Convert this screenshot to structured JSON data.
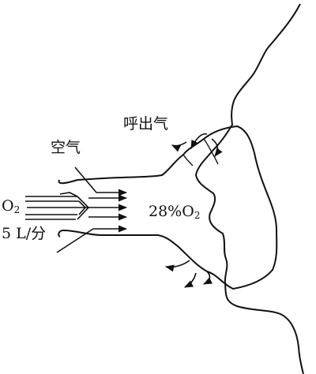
{
  "labels": {
    "exhaled": "呼出气",
    "air": "空气",
    "o2_main": "O",
    "o2_main_sub": "2",
    "flow": "5 L/分",
    "conc_main": "28%O",
    "conc_sub": "2"
  },
  "colors": {
    "ink": "#111111",
    "background": "#ffffff"
  }
}
